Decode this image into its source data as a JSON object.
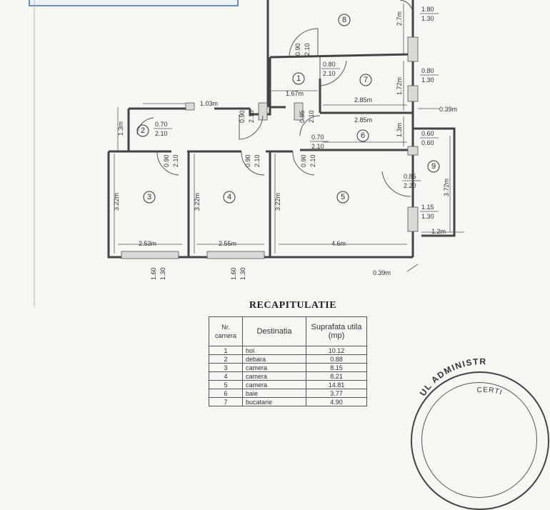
{
  "rooms": [
    "1",
    "2",
    "3",
    "4",
    "5",
    "6",
    "7",
    "8",
    "9"
  ],
  "dims": {
    "d103": "1.03m",
    "d167": "1.67m",
    "d285a": "2.85m",
    "d285b": "2.85m",
    "d253": "2.53m",
    "d255": "2.55m",
    "d46": "4.6m",
    "d039a": "0.39m",
    "d039b": "0.39m",
    "d12": "1.2m",
    "d13": "1.3m",
    "d13b": "1.3m",
    "d27": "2.7m",
    "d172": "1.72m",
    "d322a": "3.22m",
    "d322b": "3.22m",
    "d322c": "3.22m",
    "d372": "3.72m"
  },
  "openings": {
    "o1": [
      "1.80",
      "1.30"
    ],
    "o2": [
      "0.80",
      "1.30"
    ],
    "o3": [
      "0.60",
      "0.60"
    ],
    "o4": [
      "0.85",
      "2.20"
    ],
    "o5": [
      "1.15",
      "1.30"
    ],
    "o6": [
      "0.80",
      "2.10"
    ],
    "o7": [
      "0.70",
      "2.10"
    ],
    "o8": [
      "0.70",
      "2.10"
    ]
  },
  "vopenings": {
    "v1": [
      "0.90",
      "2.10"
    ],
    "v2": [
      "0.90",
      "2.10"
    ],
    "v3": [
      "0.95",
      "2.10"
    ],
    "v4": [
      "0.90",
      "2.10"
    ],
    "v5": [
      "0.90",
      "2.10"
    ],
    "v6": [
      "0.90",
      "2.10"
    ],
    "v7": [
      "1.60",
      "1.30"
    ],
    "v8": [
      "1.60",
      "1.30"
    ]
  },
  "recap": {
    "title": "RECAPITULATIE",
    "headers": [
      "Nr. camera",
      "Destinatia",
      "Suprafata utila (mp)"
    ],
    "rows": [
      {
        "nr": "1",
        "dest": "hol",
        "area": "10.12"
      },
      {
        "nr": "2",
        "dest": "debara",
        "area": "0.88"
      },
      {
        "nr": "3",
        "dest": "camera",
        "area": "8.15"
      },
      {
        "nr": "4",
        "dest": "camera",
        "area": "8.21"
      },
      {
        "nr": "5",
        "dest": "camera",
        "area": "14.81"
      },
      {
        "nr": "6",
        "dest": "baie",
        "area": "3.77"
      },
      {
        "nr": "7",
        "dest": "bucatarie",
        "area": "4.90"
      }
    ]
  },
  "stamp": {
    "text1": "UL ADMINISTR",
    "text2": "CERTI"
  }
}
